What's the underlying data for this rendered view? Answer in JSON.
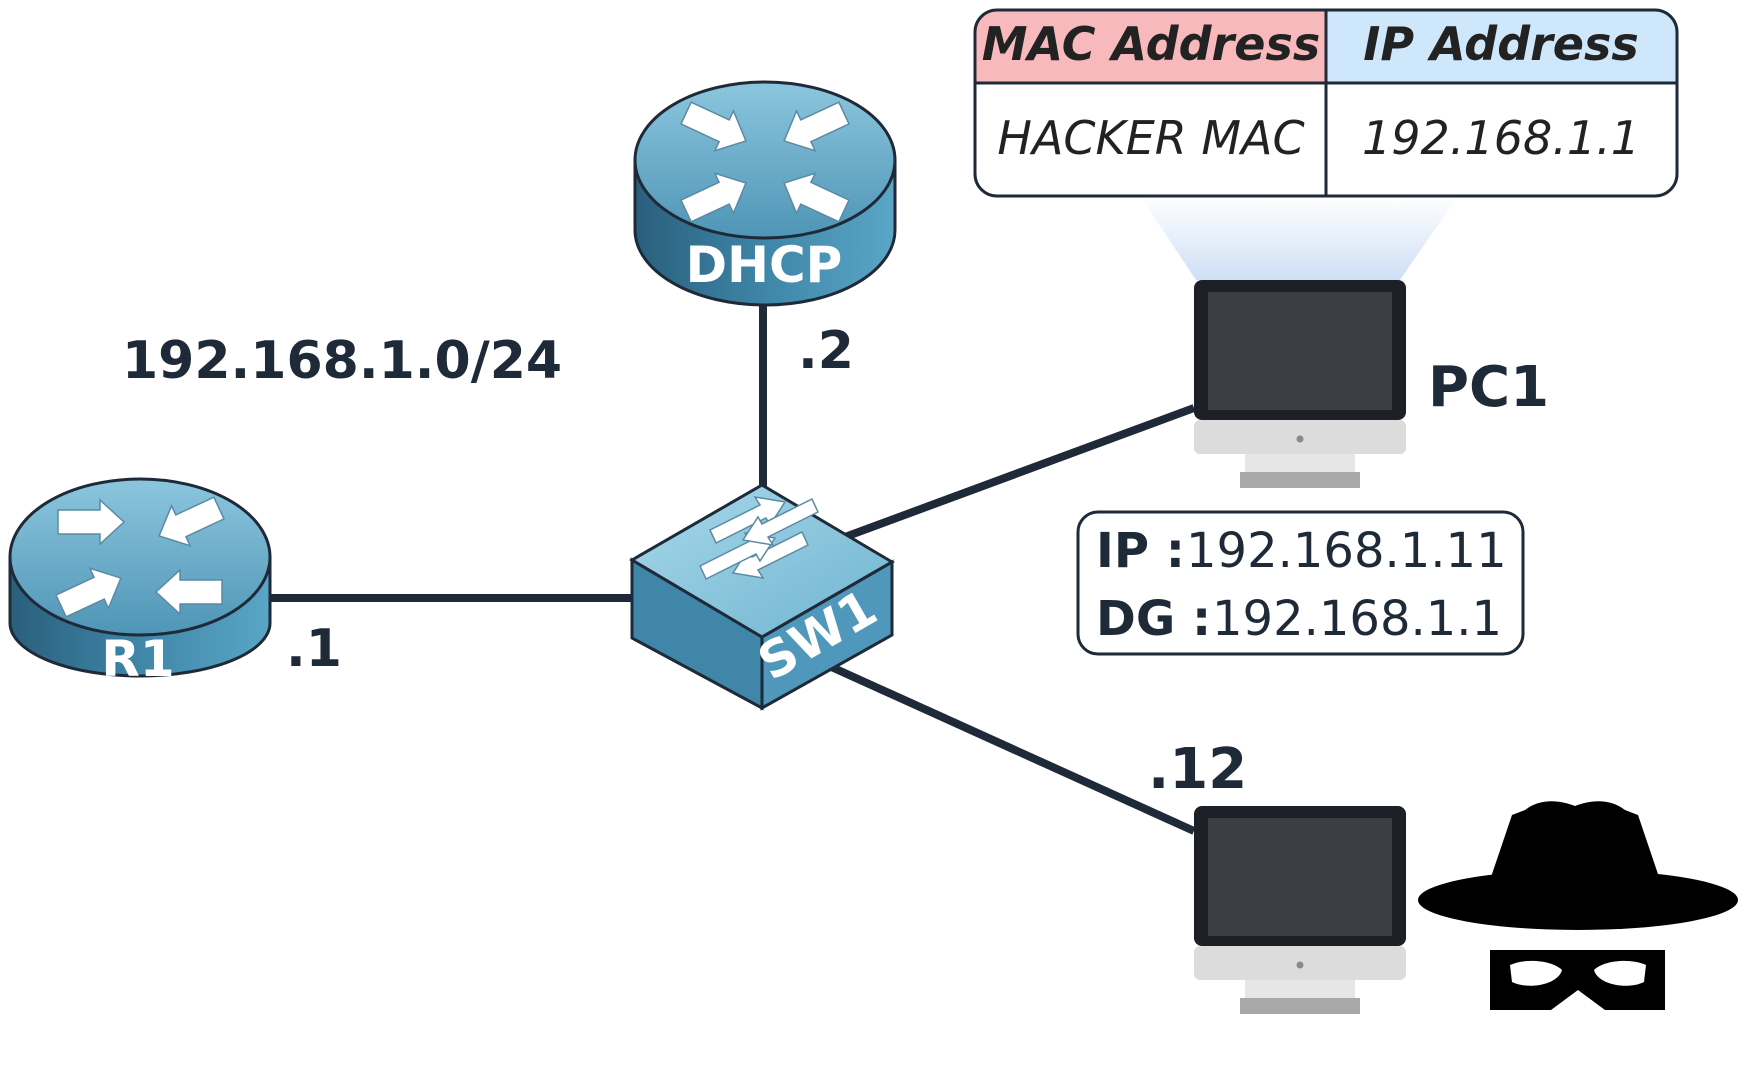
{
  "network": {
    "subnet": "192.168.1.0/24"
  },
  "devices": {
    "r1": {
      "label": "R1",
      "address": ".1"
    },
    "dhcp": {
      "label": "DHCP",
      "address": ".2"
    },
    "sw1": {
      "label": "SW1"
    },
    "pc1": {
      "label": "PC1"
    },
    "hacker_pc": {
      "address": ".12"
    }
  },
  "pc1_info": {
    "ip_key": "IP :",
    "ip_value": "192.168.1.11",
    "dg_key": "DG :",
    "dg_value": "192.168.1.1"
  },
  "arp_table": {
    "headers": [
      "MAC Address",
      "IP Address"
    ],
    "row": [
      "HACKER MAC",
      "192.168.1.1"
    ]
  },
  "colors": {
    "mac_header": "#f8b9bd",
    "ip_header": "#cfe7fb",
    "link": "#1f2a38",
    "device_blue": "#3f86a8",
    "spy": "#000000"
  },
  "icons": {
    "router": "router-icon",
    "switch": "switch-icon",
    "computer": "monitor-icon",
    "hacker": "spy-icon"
  }
}
